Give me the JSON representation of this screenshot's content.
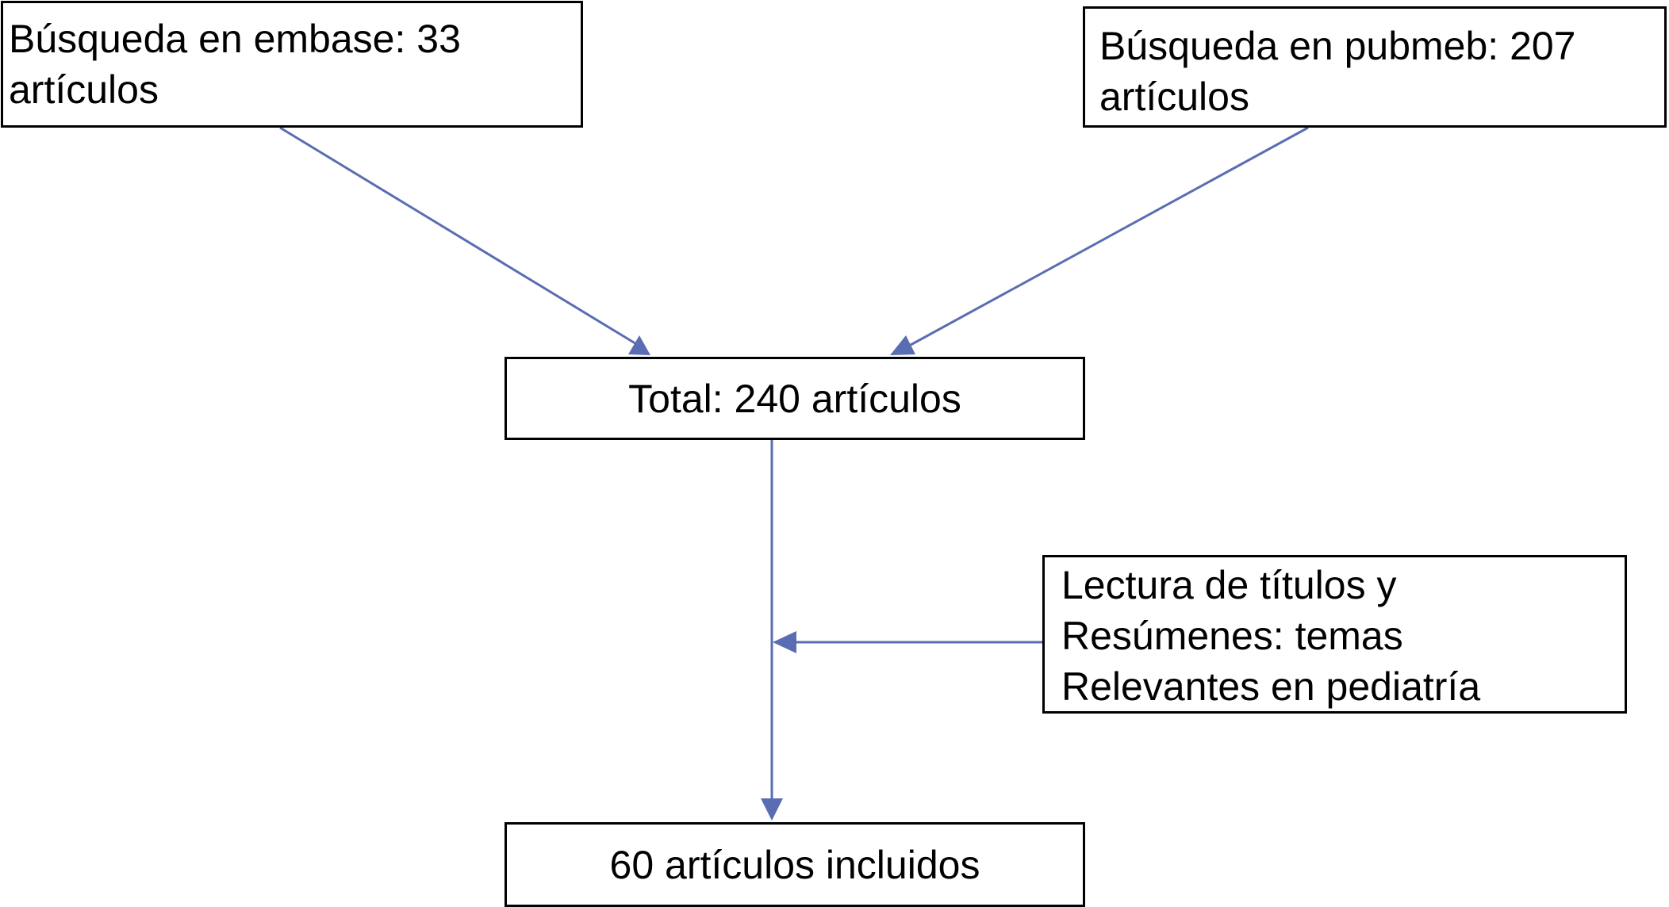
{
  "flowchart": {
    "edge_color": "#5a6db3",
    "nodes": {
      "embase": {
        "line1": "Búsqueda en embase: 33",
        "line2": "artículos"
      },
      "pubmed": {
        "line1": "Búsqueda en pubmeb: 207",
        "line2": "artículos"
      },
      "total": {
        "text": "Total: 240 artículos"
      },
      "reading": {
        "line1": "Lectura de títulos y",
        "line2": "Resúmenes: temas",
        "line3": "Relevantes en pediatría"
      },
      "included": {
        "text": "60 artículos incluidos"
      }
    },
    "edges": [
      {
        "from": "embase",
        "to": "total"
      },
      {
        "from": "pubmed",
        "to": "total"
      },
      {
        "from": "total",
        "to": "included"
      },
      {
        "from": "reading",
        "to": "total-included-connector"
      }
    ]
  }
}
